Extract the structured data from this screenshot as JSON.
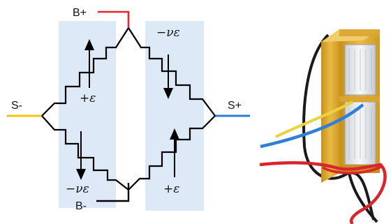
{
  "bridge": {
    "terminals": {
      "top": "B+",
      "bottom": "B-",
      "left": "S-",
      "right": "S+"
    },
    "gauges": {
      "upper_left": "+ε",
      "upper_right": "−νε",
      "lower_left": "−νε",
      "lower_right": "+ε"
    },
    "colors": {
      "panel": "#dde9f7",
      "wire_top": "#e8232a",
      "wire_left": "#f5c211",
      "wire_right": "#2a7fd4",
      "wire_bottom": "#000000"
    }
  },
  "photo": {
    "subject": "strain gauge transducer with colored wires",
    "colors": {
      "tape": "#e7b53a",
      "tape_dark": "#b98412",
      "foil": "#e9ecef",
      "wire_red": "#d8262d",
      "wire_blue": "#2f7fd6",
      "wire_yellow": "#e9d23b",
      "wire_black": "#1a1a1a"
    }
  }
}
